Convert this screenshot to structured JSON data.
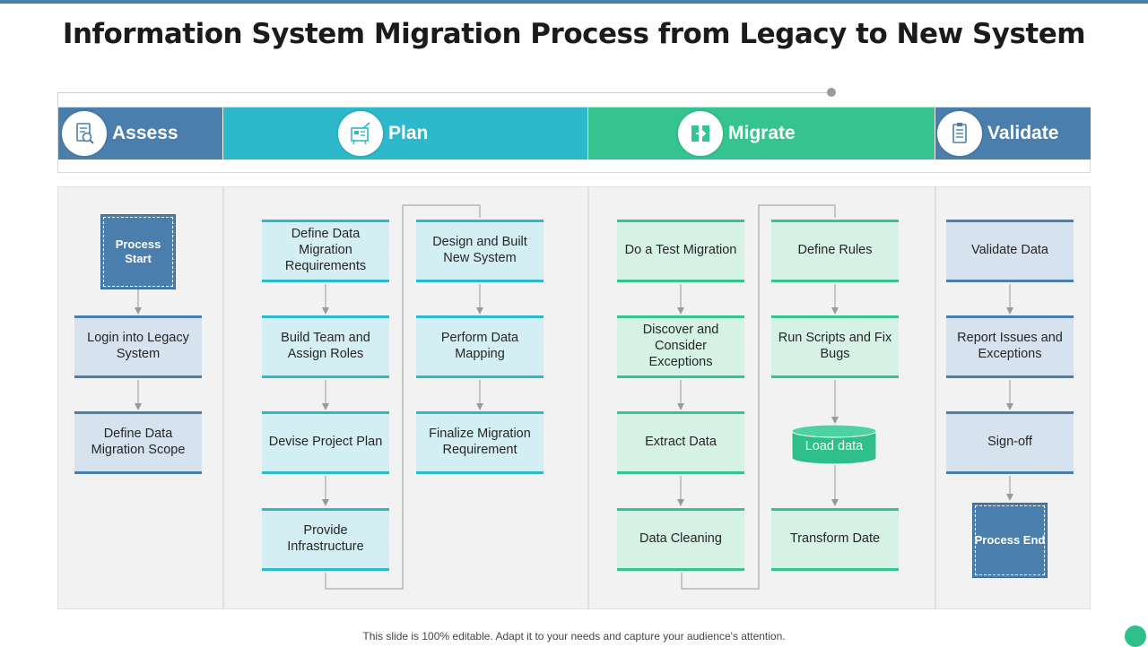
{
  "title": "Information System Migration Process from Legacy to New System",
  "footer": "This slide is 100% editable. Adapt it to your needs and capture your audience's attention.",
  "colors": {
    "assess": "#4a7fad",
    "plan": "#2db8cc",
    "migrate": "#35c48f",
    "validate": "#4a7fad"
  },
  "phases": {
    "assess": {
      "label": "Assess",
      "icon": "document-search-icon"
    },
    "plan": {
      "label": "Plan",
      "icon": "planning-board-icon"
    },
    "migrate": {
      "label": "Migrate",
      "icon": "transfer-icon"
    },
    "validate": {
      "label": "Validate",
      "icon": "clipboard-checklist-icon"
    }
  },
  "assess": {
    "start": "Process Start",
    "steps": [
      "Login into Legacy System",
      "Define Data Migration Scope"
    ]
  },
  "plan": {
    "col1": [
      "Define Data Migration Requirements",
      "Build Team and Assign Roles",
      "Devise Project Plan",
      "Provide Infrastructure"
    ],
    "col2": [
      "Design and Built New System",
      "Perform Data Mapping",
      "Finalize Migration Requirement"
    ]
  },
  "migrate": {
    "col1": [
      "Do a Test Migration",
      "Discover and Consider Exceptions",
      "Extract Data",
      "Data Cleaning"
    ],
    "col2": [
      "Define Rules",
      "Run Scripts and Fix Bugs",
      "Load data",
      "Transform Date"
    ]
  },
  "validate": {
    "steps": [
      "Validate Data",
      "Report Issues and Exceptions",
      "Sign-off"
    ],
    "end": "Process End"
  }
}
